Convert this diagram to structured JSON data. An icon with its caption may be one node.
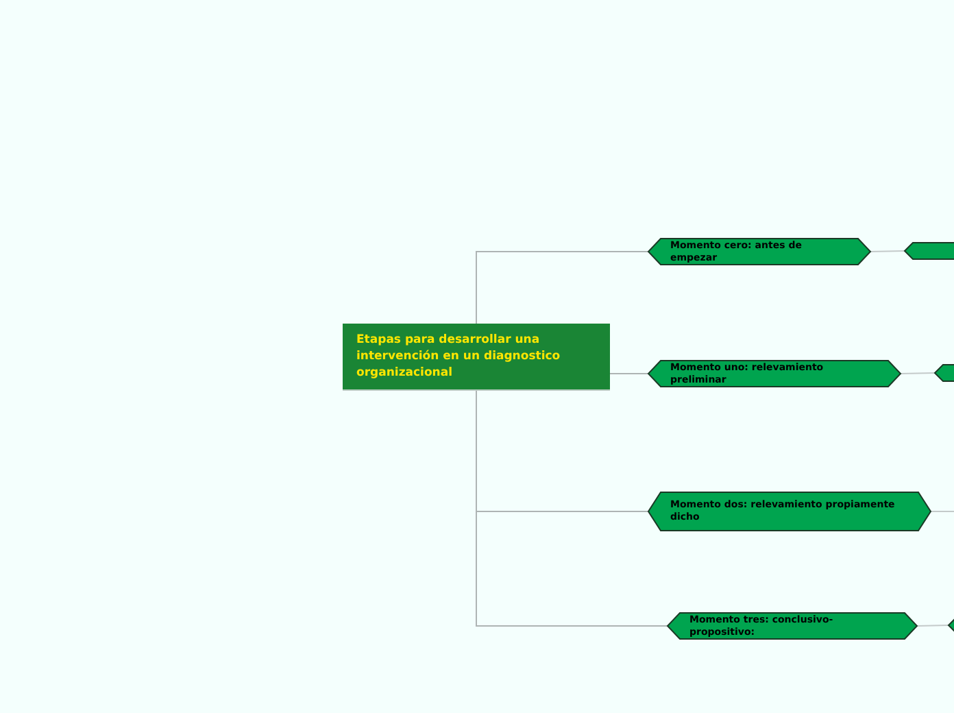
{
  "diagram": {
    "nodes": [
      {
        "text": [
          "Etapas para desarrollar una intervención en un diagnostico organizacional"
        ]
      },
      {
        "text": [
          "Momento cero: antes de empezar"
        ]
      },
      {
        "text": [
          "Momento uno: relevamiento preliminar"
        ]
      },
      {
        "text": [
          "Momento dos: relevamiento propiamente dicho"
        ]
      },
      {
        "text": [
          "Momento tres: conclusivo-propositivo:"
        ]
      },
      {
        "text": [],
        "shape": "hexagon"
      },
      {
        "text": [],
        "shape": "hexagon"
      },
      {
        "text": [],
        "shape": "hexagon"
      }
    ],
    "edges": [
      {
        "from": 0,
        "to": 1,
        "arrow": "none"
      },
      {
        "from": 0,
        "to": 2,
        "arrow": "none"
      },
      {
        "from": 0,
        "to": 3,
        "arrow": "none"
      },
      {
        "from": 0,
        "to": 4,
        "arrow": "none"
      },
      {
        "from": 1,
        "to": 5,
        "arrow": "none"
      },
      {
        "from": 2,
        "to": 6,
        "arrow": "none"
      },
      {
        "from": 3,
        "to": null,
        "arrow": "none"
      },
      {
        "from": 4,
        "to": 7,
        "arrow": "none"
      }
    ]
  }
}
